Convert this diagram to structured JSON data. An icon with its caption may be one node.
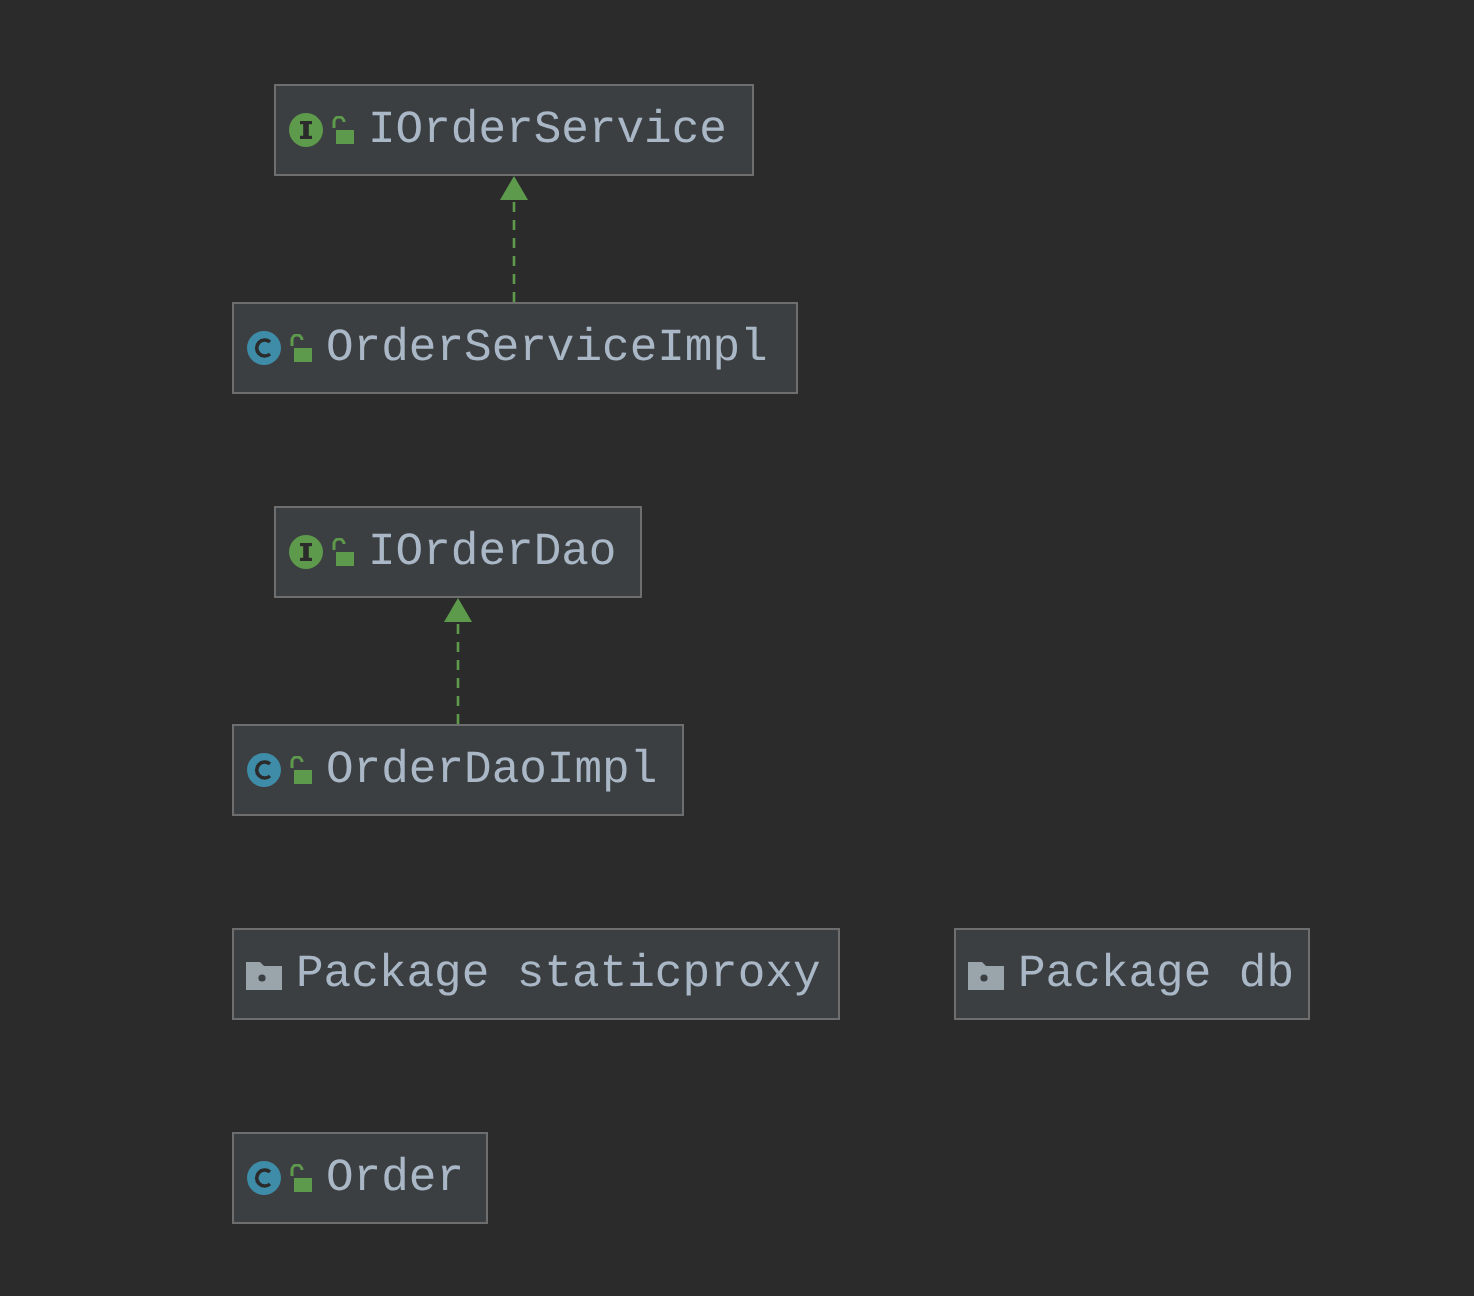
{
  "diagram": {
    "nodes": [
      {
        "text": [
          "IOrderService"
        ]
      },
      {
        "text": [
          "OrderServiceImpl"
        ]
      },
      {
        "text": [
          "IOrderDao"
        ]
      },
      {
        "text": [
          "OrderDaoImpl"
        ]
      },
      {
        "text": [
          "Package staticproxy"
        ]
      },
      {
        "text": [
          "Package db"
        ]
      },
      {
        "text": [
          "Order"
        ]
      }
    ],
    "edges": [
      {
        "from": 1,
        "to": 0,
        "arrow": "to",
        "style": "dashed"
      },
      {
        "from": 3,
        "to": 2,
        "arrow": "to",
        "style": "dashed"
      }
    ]
  }
}
